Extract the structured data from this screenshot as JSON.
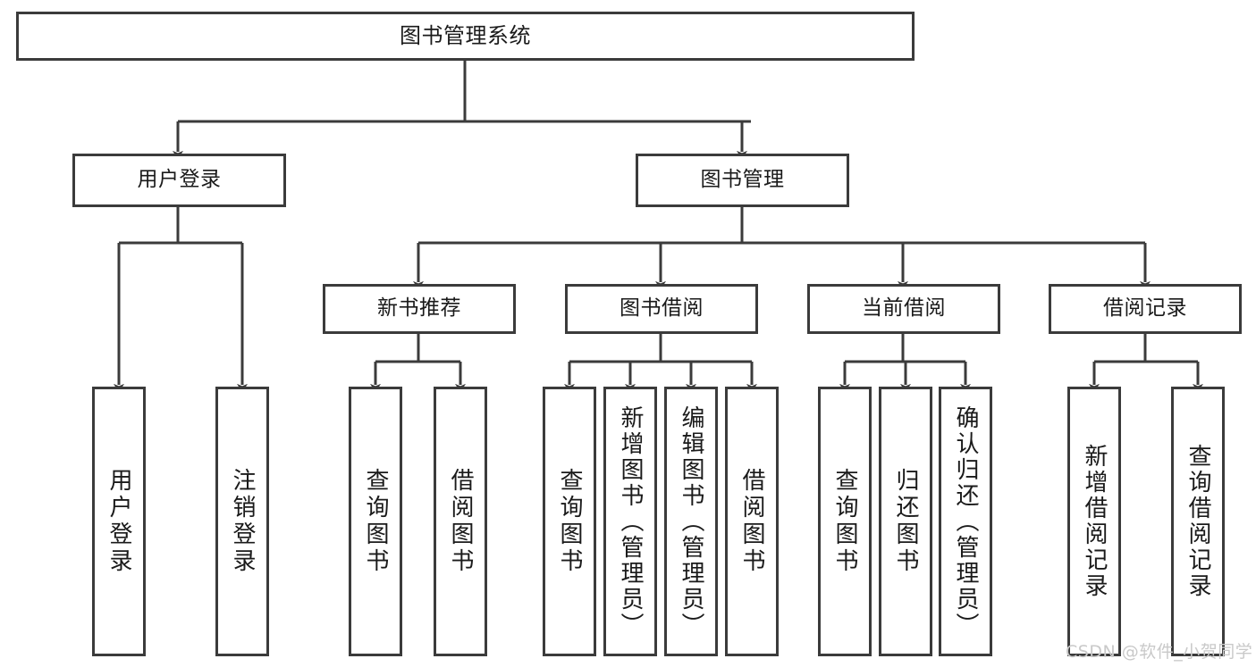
{
  "diagram": {
    "title": "图书管理系统",
    "type": "tree-hierarchy-chart",
    "orientation": "top-down",
    "colors": {
      "background": "#ffffff",
      "stroke": "#3b3b3b",
      "node_fill": "#ffffff",
      "text": "#1a1a1a",
      "watermark": "#c9c9c9"
    },
    "root": {
      "label": "图书管理系统"
    },
    "level2": [
      {
        "label": "用户登录"
      },
      {
        "label": "图书管理"
      }
    ],
    "level3": [
      {
        "label": "新书推荐"
      },
      {
        "label": "图书借阅"
      },
      {
        "label": "当前借阅"
      },
      {
        "label": "借阅记录"
      }
    ],
    "leaves": {
      "user_login": [
        {
          "label": "用户登录"
        },
        {
          "label": "注销登录"
        }
      ],
      "new_book_recommend": [
        {
          "label": "查询图书"
        },
        {
          "label": "借阅图书"
        }
      ],
      "book_borrow": [
        {
          "label": "查询图书"
        },
        {
          "label": "新增图书（管理员）"
        },
        {
          "label": "编辑图书（管理员）"
        },
        {
          "label": "借阅图书"
        }
      ],
      "current_borrow": [
        {
          "label": "查询图书"
        },
        {
          "label": "归还图书"
        },
        {
          "label": "确认归还（管理员）"
        }
      ],
      "borrow_record": [
        {
          "label": "新增借阅记录"
        },
        {
          "label": "查询借阅记录"
        }
      ]
    },
    "watermark": "CSDN @软件_小贺同学"
  }
}
